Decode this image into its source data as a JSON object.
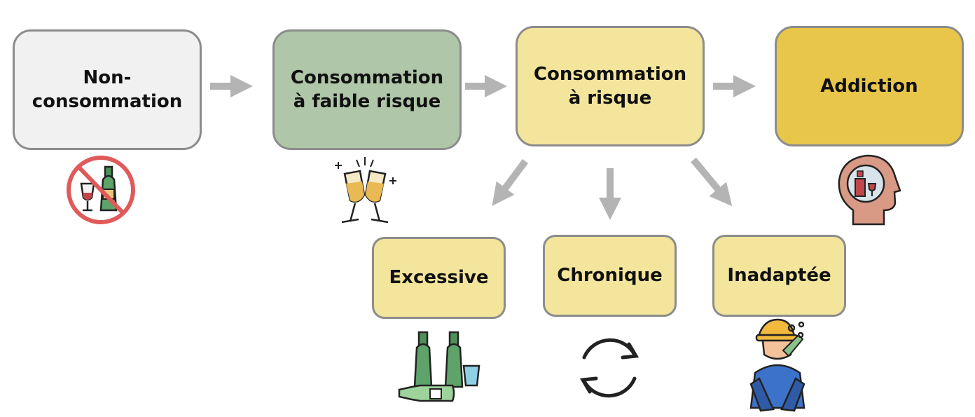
{
  "nodes": {
    "non_consumption": {
      "label": "Non-\nconsommation",
      "color": "#f1f1f1"
    },
    "low_risk": {
      "label": "Consommation\nà faible risque",
      "color": "#b0c6a9"
    },
    "at_risk": {
      "label": "Consommation\nà risque",
      "color": "#f3e59b"
    },
    "addiction": {
      "label": "Addiction",
      "color": "#e8c64a"
    },
    "excessive": {
      "label": "Excessive",
      "color": "#f3e59b"
    },
    "chronic": {
      "label": "Chronique",
      "color": "#f3e59b"
    },
    "inappropriate": {
      "label": "Inadaptée",
      "color": "#f3e59b"
    }
  },
  "arrow_color": "#b4b4b4",
  "icons": [
    "no-alcohol-icon",
    "toast-glasses-icon",
    "bottles-icon",
    "cycle-icon",
    "drinking-worker-icon",
    "head-alcohol-icon"
  ]
}
